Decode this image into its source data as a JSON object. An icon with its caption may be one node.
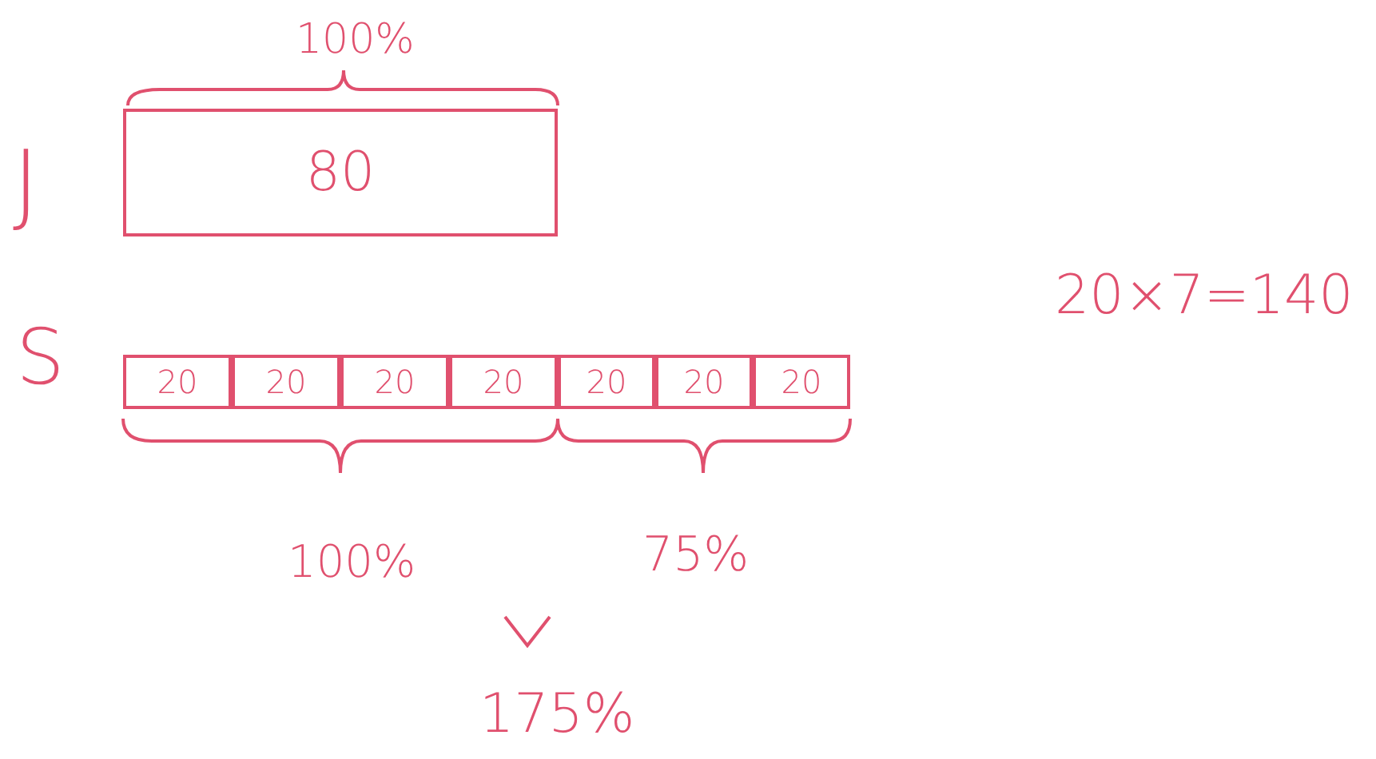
{
  "diagram": {
    "nodes": [
      {
        "text": [
          "80"
        ]
      },
      {
        "text": [
          "20"
        ]
      },
      {
        "text": [
          "20"
        ]
      },
      {
        "text": [
          "20"
        ]
      },
      {
        "text": [
          "20"
        ]
      },
      {
        "text": [
          "20"
        ]
      },
      {
        "text": [
          "20"
        ]
      },
      {
        "text": [
          "20"
        ]
      }
    ],
    "edges": [],
    "labels": [
      "100%",
      "J",
      "S",
      "20×7=140",
      "100%",
      "75%",
      "175%"
    ]
  }
}
